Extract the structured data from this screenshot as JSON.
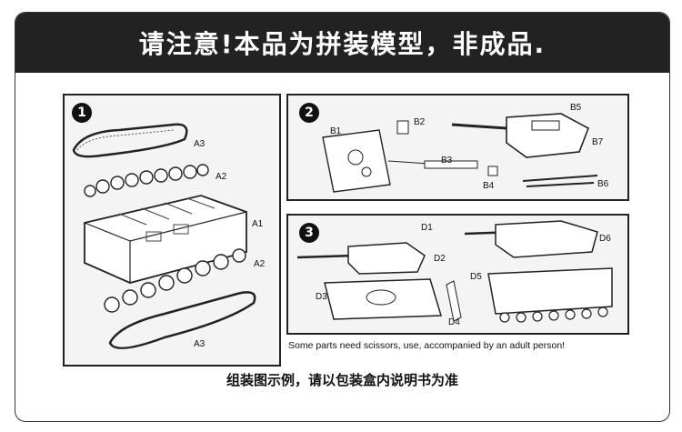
{
  "banner": {
    "text": "请注意!本品为拼装模型，非成品."
  },
  "steps": {
    "s1": {
      "number": "1",
      "labels": {
        "a3_top": "A3",
        "a2_top": "A2",
        "a1": "A1",
        "a2_bottom": "A2",
        "a3_bottom": "A3"
      }
    },
    "s2": {
      "number": "2",
      "labels": {
        "b1": "B1",
        "b2": "B2",
        "b3": "B3",
        "b4": "B4",
        "b5": "B5",
        "b6": "B6",
        "b7": "B7"
      }
    },
    "s3": {
      "number": "3",
      "labels": {
        "d1": "D1",
        "d2": "D2",
        "d3": "D3",
        "d4": "D4",
        "d5": "D5",
        "d6": "D6"
      }
    }
  },
  "note": "Some parts need scissors, use, accompanied by an adult person!",
  "caption": "组装图示例，请以包装盒内说明书为准"
}
